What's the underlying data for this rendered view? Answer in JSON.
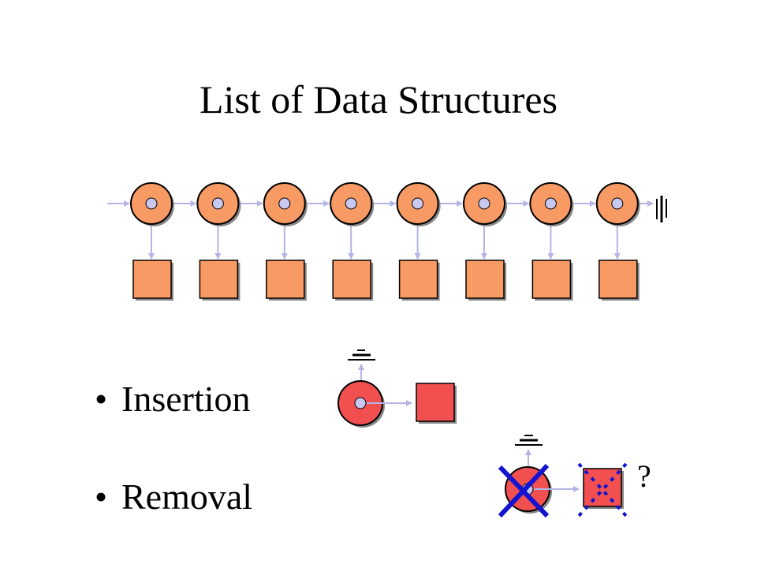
{
  "slide": {
    "title": "List of Data Structures",
    "bullet_symbol": "•",
    "bullets": [
      "Insertion",
      "Removal"
    ],
    "question_mark": "?"
  },
  "diagram": {
    "list_node_count": 8,
    "colors": {
      "node_fill": "#F89A64",
      "highlight_fill": "#F25050",
      "pointer_dot": "#C8C8F0",
      "arrow": "#B4B4E6",
      "outline": "#000000",
      "cross_mark": "#1414D0"
    }
  }
}
